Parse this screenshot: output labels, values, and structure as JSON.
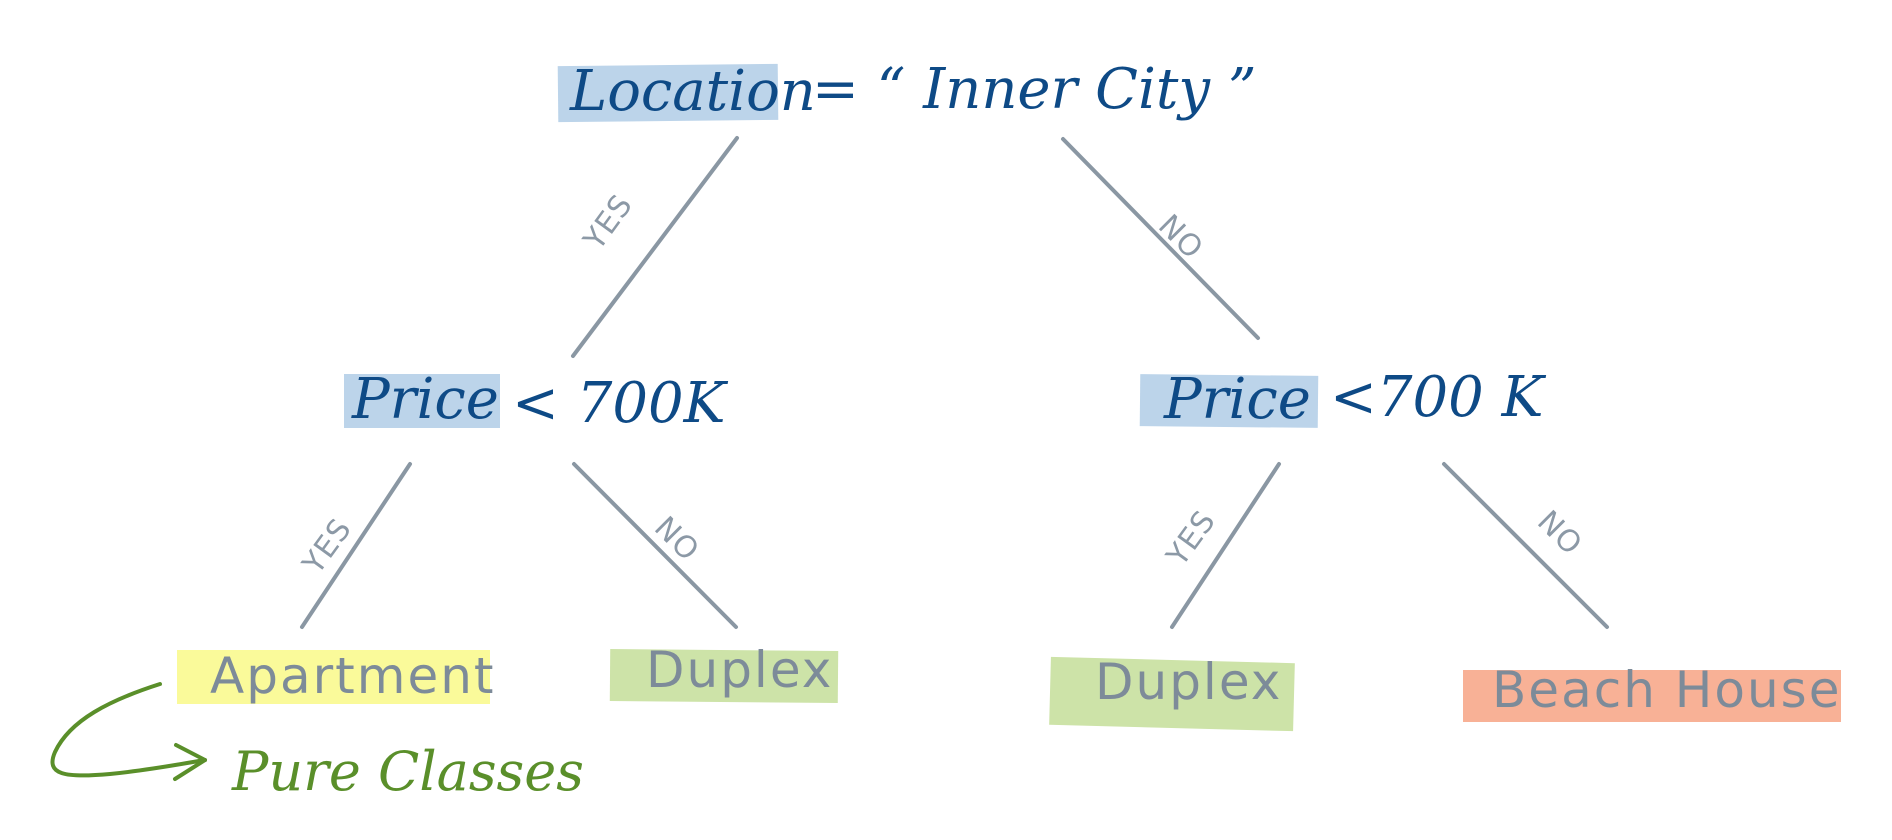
{
  "colors": {
    "ink_blue": "#0e4a86",
    "line_gray": "#8a97a3",
    "label_gray": "#8c99a6",
    "blue_highlight": "#bcd4ea",
    "yellow_highlight": "#fafa9a",
    "green_highlight": "#cde3a8",
    "salmon_highlight": "#f8b196",
    "note_green": "#5a8f2a"
  },
  "root": {
    "feature": "Location",
    "condition": "= “ Inner City ”"
  },
  "left_node": {
    "feature": "Price",
    "condition": "< 700K",
    "edge_label": "YES"
  },
  "right_node": {
    "feature": "Price",
    "condition": "<700 K",
    "edge_label": "NO"
  },
  "leaves": [
    {
      "label": "Apartment",
      "edge_label": "YES"
    },
    {
      "label": "Duplex",
      "edge_label": "NO"
    },
    {
      "label": "Duplex",
      "edge_label": "YES"
    },
    {
      "label": "Beach House",
      "edge_label": "NO"
    }
  ],
  "annotation": {
    "text": "Pure Classes",
    "icon": "curved-arrow-icon"
  }
}
